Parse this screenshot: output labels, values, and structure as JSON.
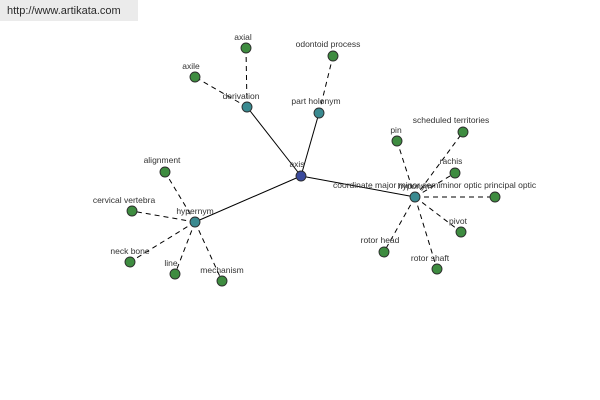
{
  "source": {
    "url": "http://www.artikata.com"
  },
  "colors": {
    "root_node": "#3a4a9c",
    "relation_node": "#3a8a90",
    "leaf_node": "#3e8c40",
    "edge": "#000000"
  },
  "graph": {
    "root": {
      "label": "axis"
    },
    "relations": [
      {
        "id": "derivation",
        "label": "derivation",
        "words": [
          "axial",
          "axile"
        ]
      },
      {
        "id": "part-holonym",
        "label": "part holonym",
        "words": [
          "odontoid process"
        ]
      },
      {
        "id": "hypernym",
        "label": "hypernym",
        "words": [
          "alignment",
          "cervical vertebra",
          "neck bone",
          "line",
          "mechanism"
        ]
      },
      {
        "id": "hyponym",
        "label": "hyponym",
        "words": [
          "scheduled territories",
          "pin",
          "rachis",
          "coordinate major minor semiminor optic principal optic",
          "pivot",
          "rotor head",
          "rotor shaft"
        ]
      }
    ]
  }
}
